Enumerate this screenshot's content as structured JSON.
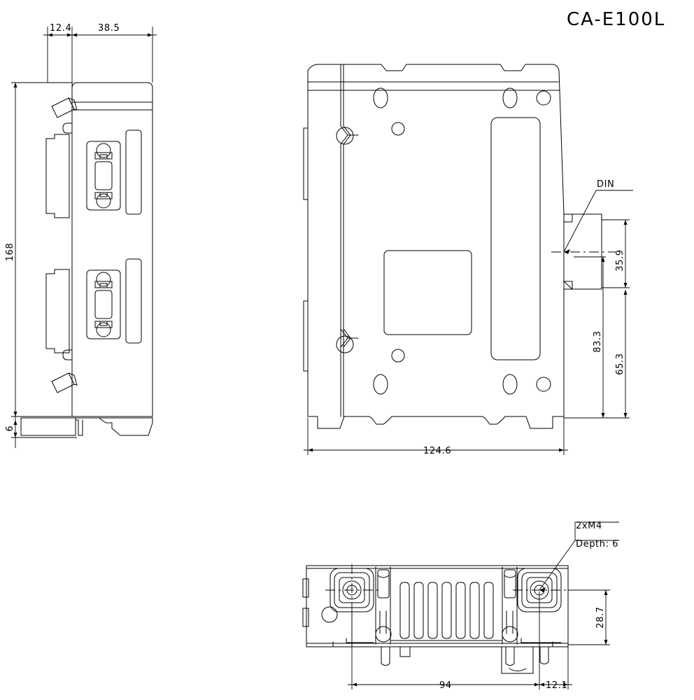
{
  "drawing": {
    "title": "CA-E100L",
    "type": "mechanical-dimension-drawing",
    "units": "mm",
    "views": [
      {
        "name": "side-view",
        "position": "left"
      },
      {
        "name": "front-view",
        "position": "center"
      },
      {
        "name": "bottom-view",
        "position": "bottom"
      }
    ]
  },
  "dimensions": {
    "side_view": {
      "d_12_4": "12.4",
      "d_38_5": "38.5",
      "d_168": "168",
      "d_6": "6"
    },
    "front_view": {
      "d_124_6": "124.6",
      "d_35_9": "35.9",
      "d_83_3": "83.3",
      "d_65_3": "65.3"
    },
    "bottom_view": {
      "d_28_7": "28.7",
      "d_94": "94",
      "d_12_1": "12.1"
    }
  },
  "annotations": {
    "din_label": "DIN",
    "thread_callout": "2xM4",
    "thread_depth": "Depth: 6"
  },
  "colors": {
    "line": "#000000",
    "background": "#ffffff"
  }
}
